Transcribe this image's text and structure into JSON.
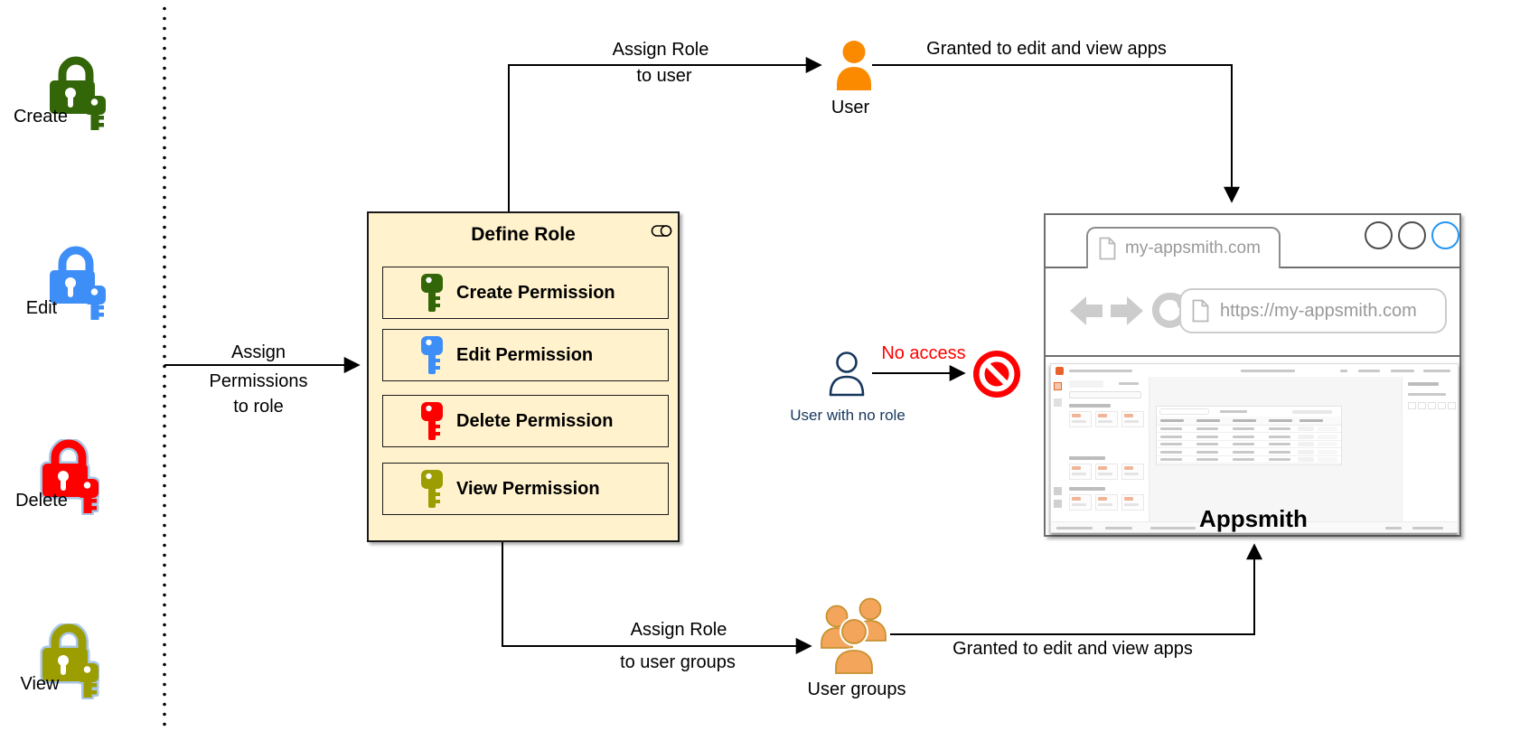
{
  "colors": {
    "create_green": "#336608",
    "edit_blue": "#3E8EF7",
    "delete_red": "#FF0000",
    "view_olive": "#9C9D00",
    "lock_outline": "#A8C6E5",
    "user_orange": "#FC8A00",
    "groups_fill": "#F3A55C",
    "groups_stroke": "#C79130",
    "navy_text": "#16365C",
    "no_access_red": "#FF0000",
    "box_fill": "#FFF2CC",
    "box_border": "#1A1A1A",
    "browser_border": "#6E6E6E",
    "gray_text": "#999999",
    "light_icon": "#CCCCCC",
    "circle_gray": "#4D4D4D",
    "circle_blue": "#2196F3",
    "appsmith_orange": "#E8632C"
  },
  "left_legend": {
    "items": [
      {
        "label": "Create"
      },
      {
        "label": "Edit"
      },
      {
        "label": "Delete"
      },
      {
        "label": "View"
      }
    ]
  },
  "define_role": {
    "title": "Define Role",
    "items": [
      {
        "label": "Create Permission"
      },
      {
        "label": "Edit Permission"
      },
      {
        "label": "Delete Permission"
      },
      {
        "label": "View Permission"
      }
    ]
  },
  "flows": {
    "assign_permissions": {
      "lines": [
        "Assign",
        "Permissions",
        "to role"
      ]
    },
    "assign_role_user": {
      "lines": [
        "Assign Role",
        "to user"
      ]
    },
    "granted_top": {
      "text": "Granted to edit and view apps"
    },
    "assign_role_groups": {
      "lines": [
        "Assign Role",
        "to user groups"
      ]
    },
    "granted_bottom": {
      "text": "Granted to edit and view apps"
    },
    "no_access": {
      "text": "No access"
    }
  },
  "entities": {
    "user": {
      "label": "User"
    },
    "user_groups": {
      "label": "User groups"
    },
    "user_no_role": {
      "label": "User with no role"
    }
  },
  "browser": {
    "tab_title": "my-appsmith.com",
    "url": "https://my-appsmith.com",
    "app_label": "Appsmith"
  }
}
